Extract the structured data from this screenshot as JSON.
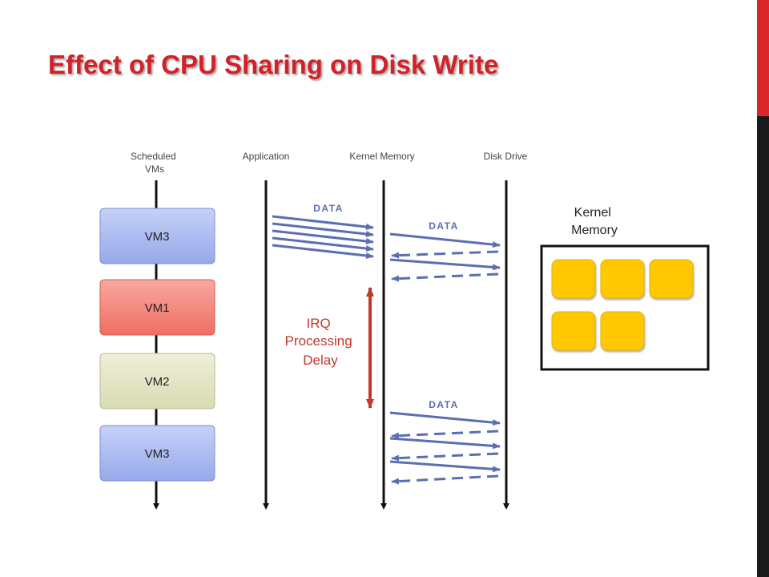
{
  "title": "Effect of CPU Sharing on Disk Write",
  "lanes": {
    "scheduled_vms": [
      "Scheduled",
      "VMs"
    ],
    "application": "Application",
    "kernel_memory": "Kernel Memory",
    "disk_drive": "Disk Drive"
  },
  "vms": [
    {
      "label": "VM3",
      "fill": "#a9b9ee"
    },
    {
      "label": "VM1",
      "fill": "#f4877c"
    },
    {
      "label": "VM2",
      "fill": "#e3e5c6"
    },
    {
      "label": "VM3",
      "fill": "#a9b9ee"
    }
  ],
  "data_labels": {
    "app_to_kernel": "DATA",
    "kernel_to_disk_1": "DATA",
    "kernel_to_disk_2": "DATA"
  },
  "irq": {
    "lines": [
      "IRQ",
      "Processing",
      "Delay"
    ]
  },
  "kernel_memory_box": {
    "lines": [
      "Kernel",
      "Memory"
    ],
    "blocks": 5
  },
  "colors": {
    "accent_red": "#d22127",
    "arrow_blue": "#5b6fb0",
    "block_yellow": "#ffc800",
    "irq_red": "#c0392b"
  }
}
